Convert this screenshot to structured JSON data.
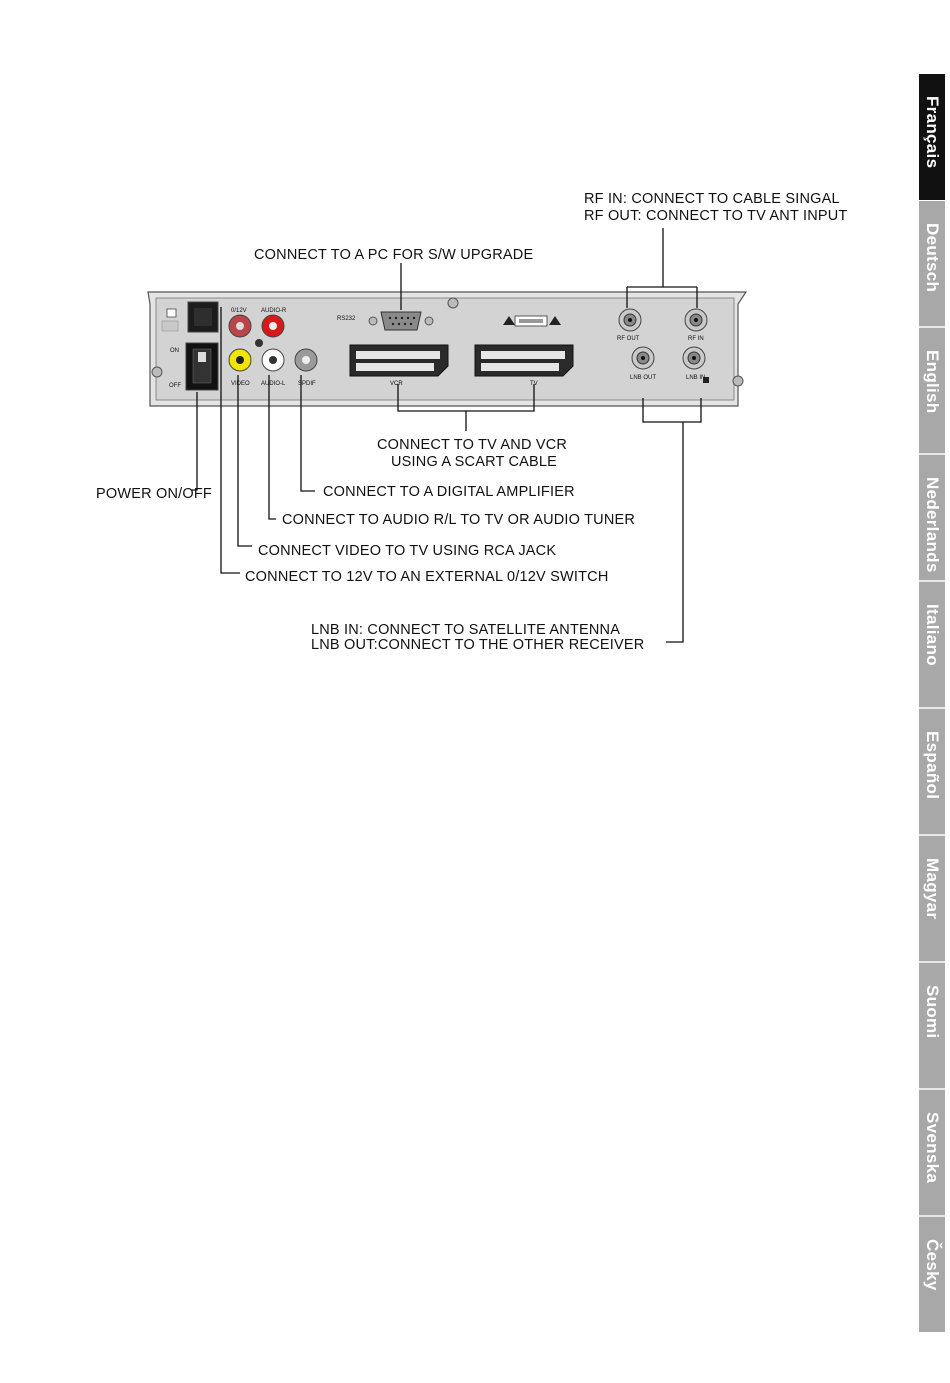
{
  "callouts": {
    "rf_in": "RF IN: CONNECT TO CABLE SINGAL",
    "rf_out": "RF OUT: CONNECT TO TV ANT INPUT",
    "pc": "CONNECT TO A PC FOR S/W UPGRADE",
    "scart_line1": "CONNECT TO TV AND VCR",
    "scart_line2": "USING A SCART CABLE",
    "power": "POWER ON/OFF",
    "digital": "CONNECT TO A DIGITAL AMPLIFIER",
    "audio": "CONNECT TO AUDIO R/L TO  TV OR AUDIO TUNER",
    "video": "CONNECT VIDEO TO TV  USING RCA JACK",
    "switch": "CONNECT TO 12V TO AN  EXTERNAL 0/12V SWITCH",
    "lnb_in": "LNB IN: CONNECT TO SATELLITE ANTENNA",
    "lnb_out": "LNB OUT:CONNECT TO THE OTHER RECEIVER"
  },
  "panel_labels": {
    "on": "ON",
    "off": "OFF",
    "v12": "0/12V",
    "audio_r": "AUDIO-R",
    "video": "VIDEO",
    "audio_l": "AUDIO-L",
    "spdif": "SPDIF",
    "rs232": "RS232",
    "vcr": "VCR",
    "tv": "TV",
    "rf_out": "RF OUT",
    "rf_in": "RF IN",
    "lnb_out": "LNB OUT",
    "lnb_in": "LNB IN"
  },
  "language_tabs": [
    "Français",
    "Deutsch",
    "English",
    "Nederlands",
    "Italiano",
    "Español",
    "Magyar",
    "Suomi",
    "Svenska",
    "Česky"
  ],
  "active_tab": "Français",
  "colors": {
    "active_tab": "#111111",
    "inactive_tab": "#a8a8a8",
    "panel": "#d3d3d3",
    "rca_yellow": "#f2e600",
    "rca_red": "#d61a1a",
    "rca_white": "#ffffff"
  }
}
